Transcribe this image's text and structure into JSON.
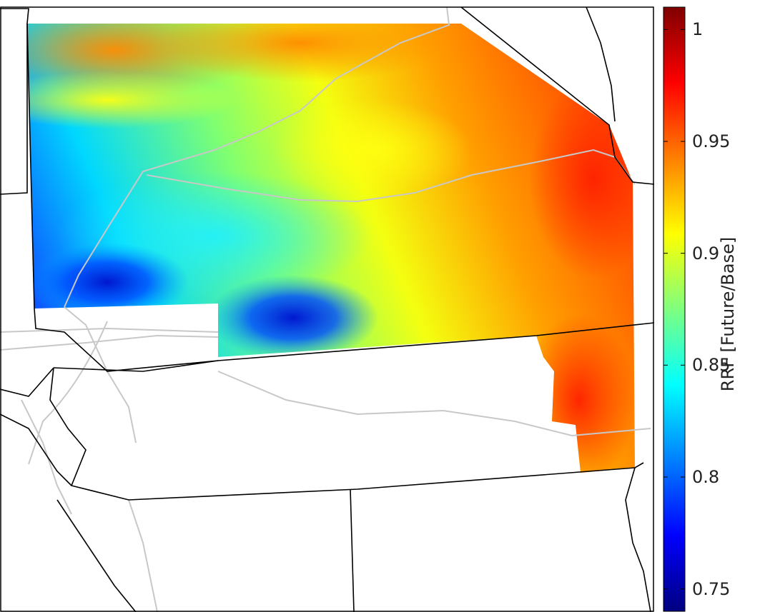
{
  "colorbar": {
    "label": "RRF [Future/Base]",
    "min": 0.74,
    "max": 1.01,
    "ticks": [
      {
        "label": "1",
        "value": 1.0
      },
      {
        "label": "0.95",
        "value": 0.95
      },
      {
        "label": "0.9",
        "value": 0.9
      },
      {
        "label": "0.85",
        "value": 0.85
      },
      {
        "label": "0.8",
        "value": 0.8
      },
      {
        "label": "0.75",
        "value": 0.75
      }
    ],
    "colormap": "jet",
    "colors": [
      "#00007f",
      "#0000ff",
      "#007fff",
      "#00ffff",
      "#7fff7f",
      "#ffff00",
      "#ff7f00",
      "#ff0000",
      "#7f0000"
    ]
  },
  "map": {
    "field": "RRF",
    "value_range": [
      0.75,
      0.98
    ],
    "boundary_color": "#000000",
    "road_color": "#c8c8c8"
  }
}
